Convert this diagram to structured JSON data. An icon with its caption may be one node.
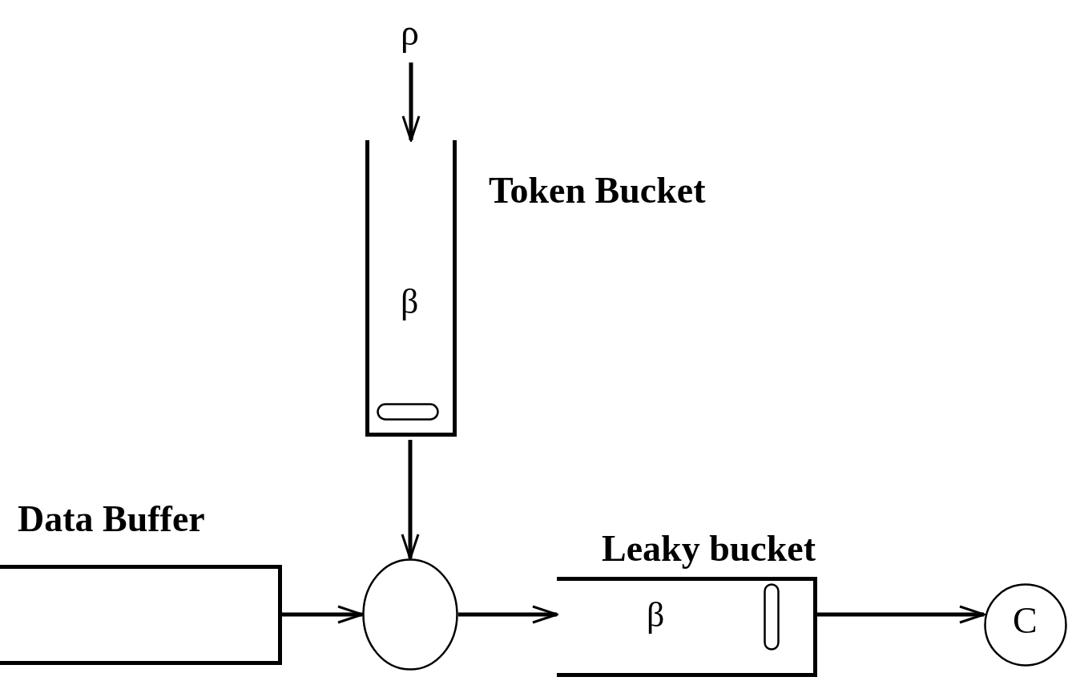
{
  "diagram": {
    "nodes": [
      {
        "text": [
          "ρ"
        ]
      },
      {
        "text": [
          "Token Bucket",
          "β"
        ]
      },
      {
        "text": [
          "Data Buffer"
        ]
      },
      {
        "text": [],
        "shape": "circle"
      },
      {
        "text": [
          "Leaky bucket",
          "β"
        ]
      },
      {
        "text": [
          "C"
        ]
      }
    ],
    "edges": [
      {
        "from": 0,
        "to": 1,
        "arrow": "to"
      },
      {
        "from": 1,
        "to": 3,
        "arrow": "to"
      },
      {
        "from": 2,
        "to": 3,
        "arrow": "to"
      },
      {
        "from": 3,
        "to": 4,
        "arrow": "to"
      },
      {
        "from": 4,
        "to": 5,
        "arrow": "to"
      }
    ]
  }
}
